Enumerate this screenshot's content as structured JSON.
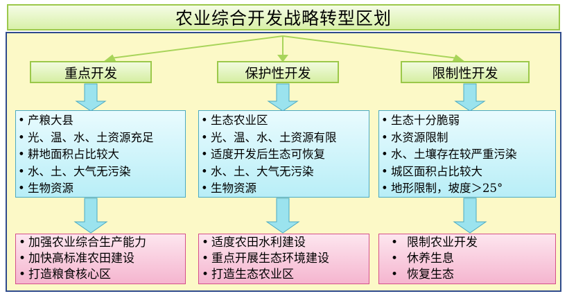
{
  "title": "农业综合开发战略转型区划",
  "bullet": "•",
  "columns": [
    {
      "category": "重点开发",
      "conditions": [
        "产粮大县",
        "光、温、水、土资源充足",
        "耕地面积占比较大",
        "水、土、大气无污染",
        "生物资源"
      ],
      "actions": [
        "加强农业综合生产能力",
        "加快高标准农田建设",
        "打造粮食核心区"
      ]
    },
    {
      "category": "保护性开发",
      "conditions": [
        "生态农业区",
        "光、温、水、土资源有限",
        "适度开发后生态可恢复",
        "水、土、大气无污染",
        "生物资源"
      ],
      "actions": [
        "适度农田水利建设",
        "重点开展生态环境建设",
        "打造生态农业区"
      ]
    },
    {
      "category": "限制性开发",
      "conditions": [
        "生态十分脆弱",
        "水资源限制",
        "水、土壤存在较严重污染",
        "城区面积占比较大",
        "地形限制，坡度＞25°"
      ],
      "actions": [
        "限制农业开发",
        "休养生息",
        "恢复生态"
      ]
    }
  ],
  "colors": {
    "green_border": "#9bc84a",
    "frame_border": "#2e4a8c",
    "frame_fill": "#fcf9c7",
    "cyan_fill": "#b8eef7",
    "pink_fill": "#f5b5cf",
    "arrow": "#9be3ee"
  }
}
